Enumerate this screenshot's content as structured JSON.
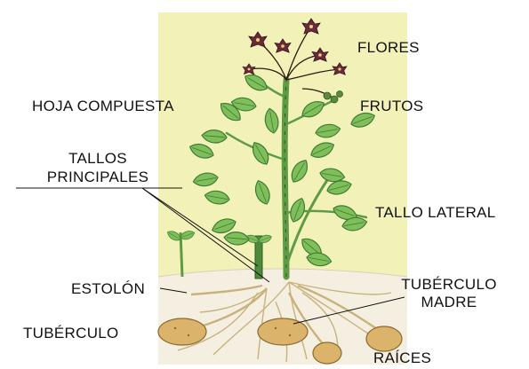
{
  "diagram": {
    "labels": {
      "flores": "FLORES",
      "hoja_compuesta": "HOJA  COMPUESTA",
      "frutos": "FRUTOS",
      "tallos_principales_1": "TALLOS",
      "tallos_principales_2": "PRINCIPALES",
      "tallo_lateral": "TALLO LATERAL",
      "estolon": "ESTOLÓN",
      "tuberculo_madre_1": "TUBÉRCULO",
      "tuberculo_madre_2": "MADRE",
      "tuberculo": "TUBÉRCULO",
      "raices": "RAÍCES"
    },
    "colors": {
      "sky": "#f2f2b8",
      "soil": "#f4efe0",
      "leaf": "#7fbf5a",
      "leaf_dark": "#3f7a34",
      "stem": "#5f9a45",
      "flower": "#6b2a3a",
      "tuber": "#dcb36a",
      "root": "#c8b27c",
      "text": "#111111"
    }
  }
}
